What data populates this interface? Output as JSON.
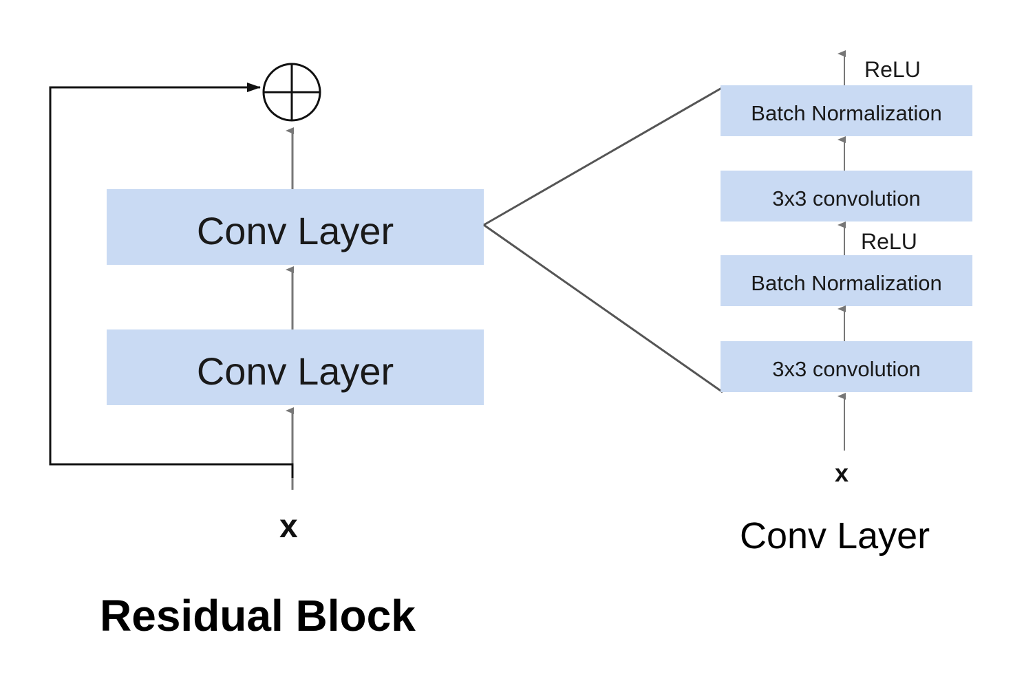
{
  "colors": {
    "box_fill": "#c9daf3",
    "line": "#555555",
    "arrow": "#777777",
    "skip": "#111111"
  },
  "residual_block": {
    "title": "Residual Block",
    "input": "x",
    "layers": [
      "Conv Layer",
      "Conv Layer"
    ],
    "sum_symbol": "circled-plus-icon"
  },
  "conv_layer_detail": {
    "title": "Conv Layer",
    "input": "x",
    "steps": [
      "3x3 convolution",
      "Batch Normalization",
      "3x3 convolution",
      "Batch Normalization"
    ],
    "relu_mid": "ReLU",
    "relu_top": "ReLU"
  }
}
